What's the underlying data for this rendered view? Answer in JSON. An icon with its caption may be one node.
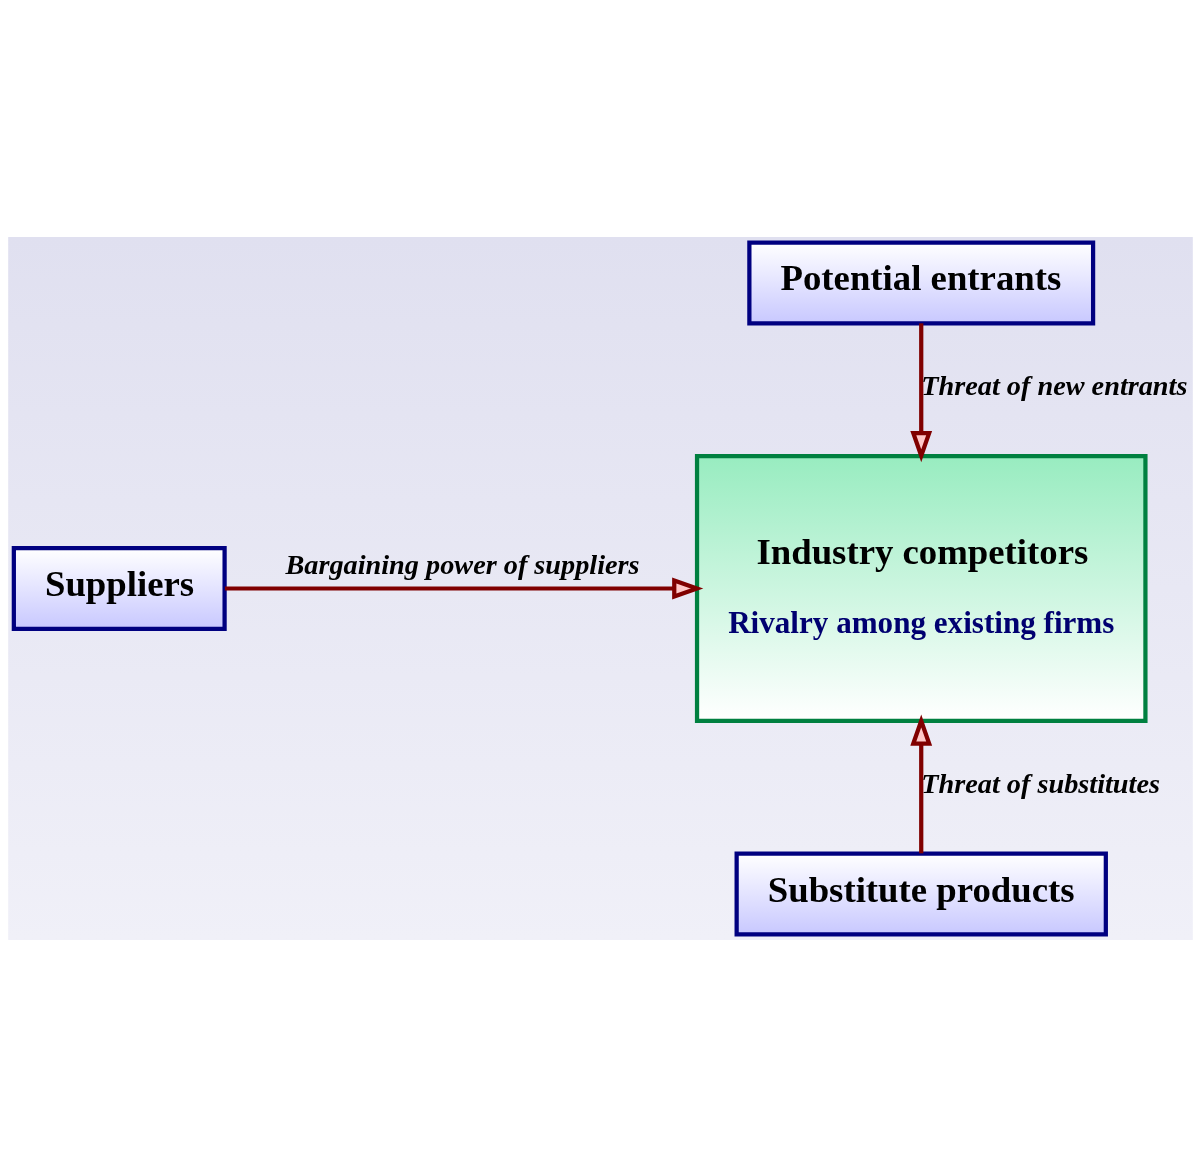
{
  "diagram": {
    "nodes": [
      {
        "text": [
          "Potential entrants"
        ]
      },
      {
        "text": [
          "Industry competitors",
          "Rivalry among existing firms"
        ]
      },
      {
        "text": [
          "Suppliers"
        ]
      },
      {
        "text": [
          "Substitute products"
        ]
      }
    ],
    "edges": [
      {
        "from": 0,
        "to": 1,
        "arrow": "to",
        "label": "Threat of new entrants"
      },
      {
        "from": 2,
        "to": 1,
        "arrow": "to",
        "label": "Bargaining power of suppliers"
      },
      {
        "from": 3,
        "to": 1,
        "arrow": "to",
        "label": "Threat of substitutes"
      }
    ]
  }
}
